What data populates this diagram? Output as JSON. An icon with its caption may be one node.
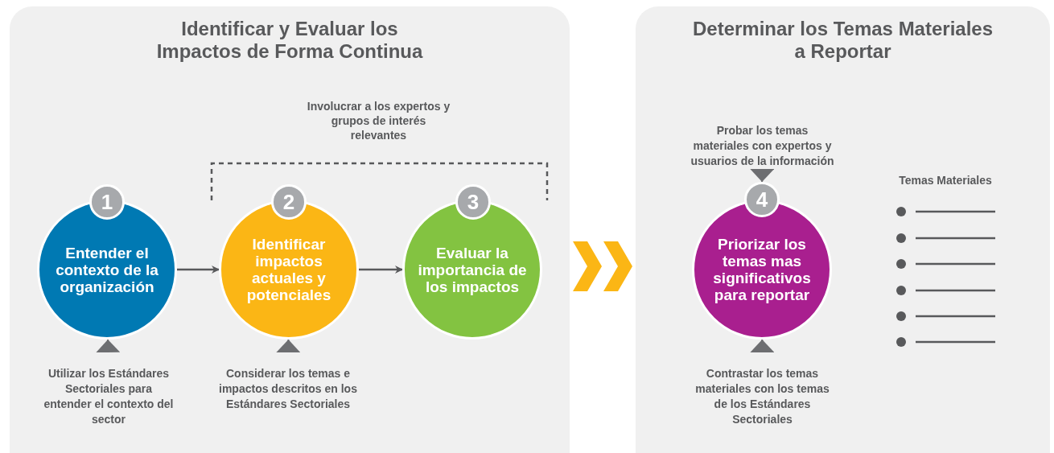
{
  "diagram": {
    "nodes": [
      {
        "text": [
          "Identificar y Evaluar los Impactos de Forma Continua"
        ]
      },
      {
        "text": [
          "1"
        ],
        "in": 0
      },
      {
        "text": [
          "Entender el contexto de la organización"
        ],
        "in": 0
      },
      {
        "text": [
          "2"
        ],
        "in": 0
      },
      {
        "text": [
          "Identificar impactos actuales y potenciales"
        ],
        "in": 0
      },
      {
        "text": [
          "3"
        ],
        "in": 0
      },
      {
        "text": [
          "Evaluar la importancia de los impactos"
        ],
        "in": 0
      },
      {
        "text": [
          "Utilizar los Estándares Sectoriales para entender el contexto del sector"
        ],
        "in": 0
      },
      {
        "text": [
          "Considerar los temas e impactos descritos en los Estándares Sectoriales"
        ],
        "in": 0
      },
      {
        "text": [
          "Determinar los Temas Materiales a Reportar"
        ]
      },
      {
        "text": [
          "Probar los temas materiales con expertos y usuarios de la información"
        ],
        "in": 9
      },
      {
        "text": [
          "4"
        ],
        "in": 9
      },
      {
        "text": [
          "Priorizar los temas mas significativos para reportar"
        ],
        "in": 9
      },
      {
        "text": [
          "Contrastar los temas materiales con los temas de los Estándares Sectoriales"
        ],
        "in": 9
      }
    ],
    "edges": [
      {
        "from": 2,
        "to": 4,
        "arrow": "to"
      },
      {
        "from": 4,
        "to": 6,
        "arrow": "to"
      },
      {
        "from": 7,
        "to": 2,
        "arrow": "to"
      },
      {
        "from": 8,
        "to": 4,
        "arrow": "to"
      },
      {
        "from": 0,
        "to": 9,
        "arrow": "to"
      },
      {
        "from": 10,
        "to": 11,
        "arrow": "to"
      },
      {
        "from": 13,
        "to": 12,
        "arrow": "to"
      }
    ],
    "labels": [
      "Involucrar a los expertos y grupos de interés relevantes",
      "Temas Materiales"
    ]
  }
}
